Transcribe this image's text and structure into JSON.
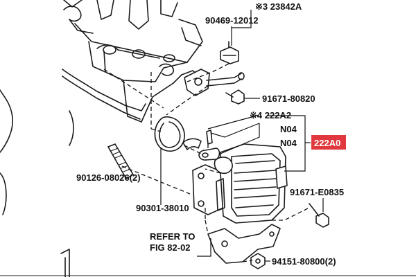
{
  "diagram": {
    "colors": {
      "highlight_bg": "#e0383c",
      "highlight_text": "#ffffff",
      "line": "#111111"
    },
    "labels": {
      "ref_23842a": "※3 23842A",
      "p90469": "90469-12012",
      "p91671_80820": "91671-80820",
      "ref_222a2": "※4 222A2",
      "n04_a": "N04",
      "n04_b": "N04",
      "p222a0": "222A0",
      "p90126": "90126-08026(2)",
      "p90301": "90301-38010",
      "p91671_e0835": "91671-E0835",
      "refer_line1": "REFER TO",
      "refer_line2": "FIG 82-02",
      "p94151": "94151-80800(2)"
    }
  }
}
